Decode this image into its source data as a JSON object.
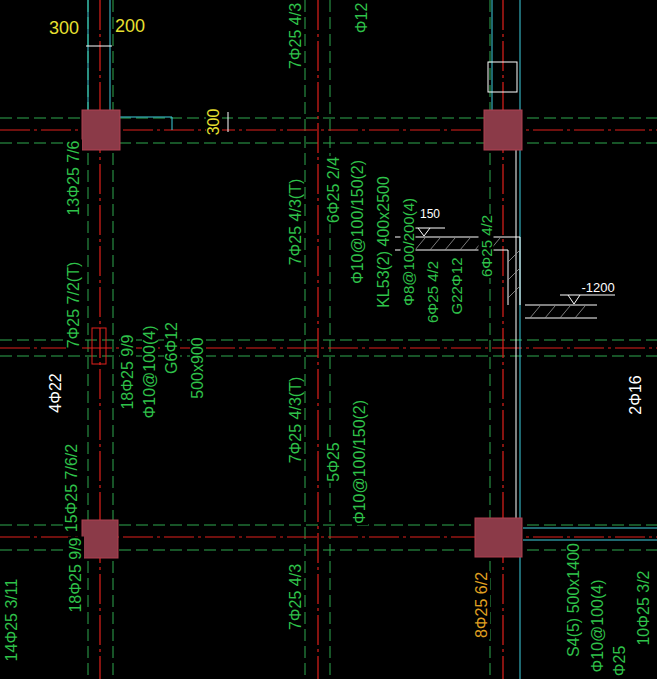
{
  "diagram": {
    "labels": [
      "300",
      "200",
      "300",
      "7Φ25 4/3",
      "Φ12",
      "13Φ25 7/6",
      "7Φ25 7/2(T)",
      "4Φ22",
      "15Φ25 7/6/2",
      "18Φ25 9/9",
      "14Φ25 3/11",
      "18Φ25 9/9",
      "Φ10@100(4)",
      "G6Φ12",
      "500x900",
      "7Φ25 4/3(T)",
      "7Φ25 4/3(T)",
      "7Φ25 4/3",
      "6Φ25 2/4",
      "Φ10@100/150(2)",
      "KL53(2) 400x2500",
      "Φ8@100/200(4)",
      "6Φ25 4/2",
      "G22Φ12",
      "6Φ25 4/2",
      "150",
      "-1200",
      "5Φ25",
      "Φ10@100/150(2)",
      "2Φ16",
      "8Φ25 6/2",
      "S4(5) 500x1400",
      "Φ10@100(4)",
      "10Φ25 3/2",
      "Φ25"
    ]
  }
}
